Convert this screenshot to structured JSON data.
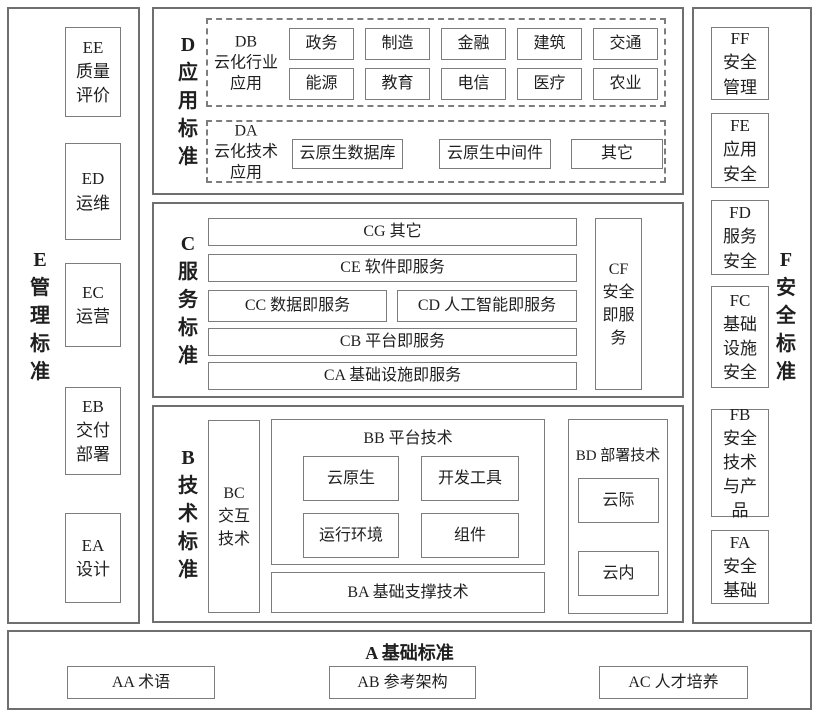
{
  "diagram": {
    "colors": {
      "border": "#7d7d7d",
      "frame_border": "#6f6f6f",
      "text": "#1f1f1f",
      "background": "#ffffff"
    },
    "e_column": {
      "title": "E\n管\n理\n标\n准",
      "boxes": [
        {
          "label": "EE\n质量\n评价"
        },
        {
          "label": "ED\n运维"
        },
        {
          "label": "EC\n运营"
        },
        {
          "label": "EB\n交付\n部署"
        },
        {
          "label": "EA\n设计"
        }
      ]
    },
    "f_column": {
      "title": "F\n安\n全\n标\n准",
      "boxes": [
        {
          "label": "FF\n安全\n管理"
        },
        {
          "label": "FE\n应用\n安全"
        },
        {
          "label": "FD\n服务\n安全"
        },
        {
          "label": "FC\n基础\n设施\n安全"
        },
        {
          "label": "FB\n安全\n技术\n与产\n品"
        },
        {
          "label": "FA\n安全\n基础"
        }
      ]
    },
    "d_section": {
      "title": "D\n应\n用\n标\n准",
      "db": {
        "label": "DB\n云化行业\n应用",
        "row1": [
          "政务",
          "制造",
          "金融",
          "建筑",
          "交通"
        ],
        "row2": [
          "能源",
          "教育",
          "电信",
          "医疗",
          "农业"
        ]
      },
      "da": {
        "label": "DA\n云化技术\n应用",
        "items": [
          "云原生数据库",
          "云原生中间件",
          "其它"
        ]
      }
    },
    "c_section": {
      "title": "C\n服\n务\n标\n准",
      "rows": {
        "cg": "CG 其它",
        "ce": "CE 软件即服务",
        "cc": "CC 数据即服务",
        "cd": "CD 人工智能即服务",
        "cb": "CB 平台即服务",
        "ca": "CA 基础设施即服务"
      },
      "cf": "CF\n安全\n即服\n务"
    },
    "b_section": {
      "title": "B\n技\n术\n标\n准",
      "bc": "BC\n交互\n技术",
      "bb": {
        "label": "BB 平台技术",
        "items": [
          "云原生",
          "开发工具",
          "运行环境",
          "组件"
        ]
      },
      "ba": "BA 基础支撑技术",
      "bd": {
        "label": "BD 部署技术",
        "items": [
          "云际",
          "云内"
        ]
      }
    },
    "a_section": {
      "title": "A 基础标准",
      "items": [
        "AA 术语",
        "AB 参考架构",
        "AC 人才培养"
      ]
    }
  }
}
